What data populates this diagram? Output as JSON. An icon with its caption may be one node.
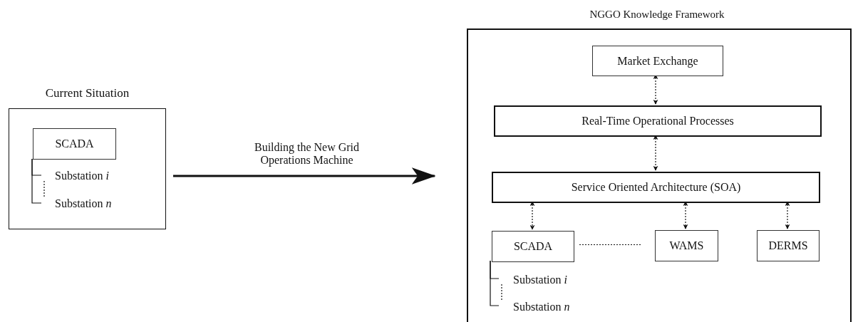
{
  "diagram": {
    "nodes": [
      {
        "text": [
          "Current Situation"
        ]
      },
      {
        "text": [
          "SCADA"
        ],
        "in": 0
      },
      {
        "text": [
          "Substation *i*"
        ],
        "in": 0
      },
      {
        "text": [
          "Substation *n*"
        ],
        "in": 0
      },
      {
        "text": [
          "NGGO Knowledge Framework"
        ]
      },
      {
        "text": [
          "Market Exchange"
        ],
        "in": 4
      },
      {
        "text": [
          "Real-Time Operational Processes"
        ],
        "in": 4
      },
      {
        "text": [
          "Service Oriented Architecture (SOA)"
        ],
        "in": 4
      },
      {
        "text": [
          "SCADA"
        ],
        "in": 4
      },
      {
        "text": [
          "WAMS"
        ],
        "in": 4
      },
      {
        "text": [
          "DERMS"
        ],
        "in": 4
      },
      {
        "text": [
          "Substation *i*"
        ],
        "in": 4
      },
      {
        "text": [
          "Substation *n*"
        ],
        "in": 4
      }
    ],
    "edges": [
      {
        "from": 0,
        "to": 4,
        "arrow": "to",
        "label": "Building the New Grid Operations Machine",
        "style": "thick"
      },
      {
        "from": 1,
        "to": 2,
        "arrow": "none"
      },
      {
        "from": 1,
        "to": 3,
        "arrow": "none"
      },
      {
        "from": 2,
        "to": 3,
        "arrow": "none",
        "style": "dashed"
      },
      {
        "from": 5,
        "to": 6,
        "arrow": "both",
        "style": "dashed"
      },
      {
        "from": 6,
        "to": 7,
        "arrow": "both",
        "style": "dashed"
      },
      {
        "from": 7,
        "to": 8,
        "arrow": "both",
        "style": "dashed"
      },
      {
        "from": 7,
        "to": 9,
        "arrow": "both",
        "style": "dashed"
      },
      {
        "from": 7,
        "to": 10,
        "arrow": "both",
        "style": "dashed"
      },
      {
        "from": 8,
        "to": 9,
        "arrow": "none",
        "style": "dashed"
      },
      {
        "from": 8,
        "to": 11,
        "arrow": "none"
      },
      {
        "from": 8,
        "to": 12,
        "arrow": "none"
      },
      {
        "from": 11,
        "to": 12,
        "arrow": "none",
        "style": "dashed"
      }
    ]
  }
}
